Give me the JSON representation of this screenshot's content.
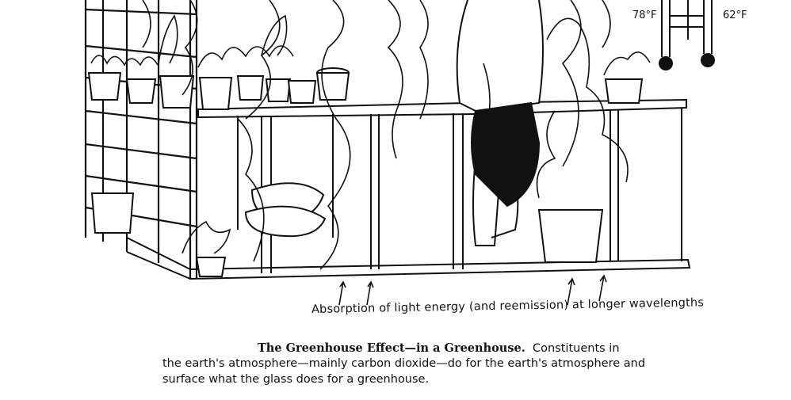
{
  "diagram": {
    "thermometers": {
      "left_reading": "78°F",
      "right_reading": "62°F"
    },
    "absorption_label": "Absorption of light energy (and reemission) at longer wavelengths",
    "caption": {
      "title": "The Greenhouse Effect—in a Greenhouse.",
      "line1_rest": "Constituents in",
      "line2": "the earth's atmosphere—mainly carbon dioxide—do for the earth's atmosphere and",
      "line3": "surface what the glass does for a greenhouse."
    }
  }
}
